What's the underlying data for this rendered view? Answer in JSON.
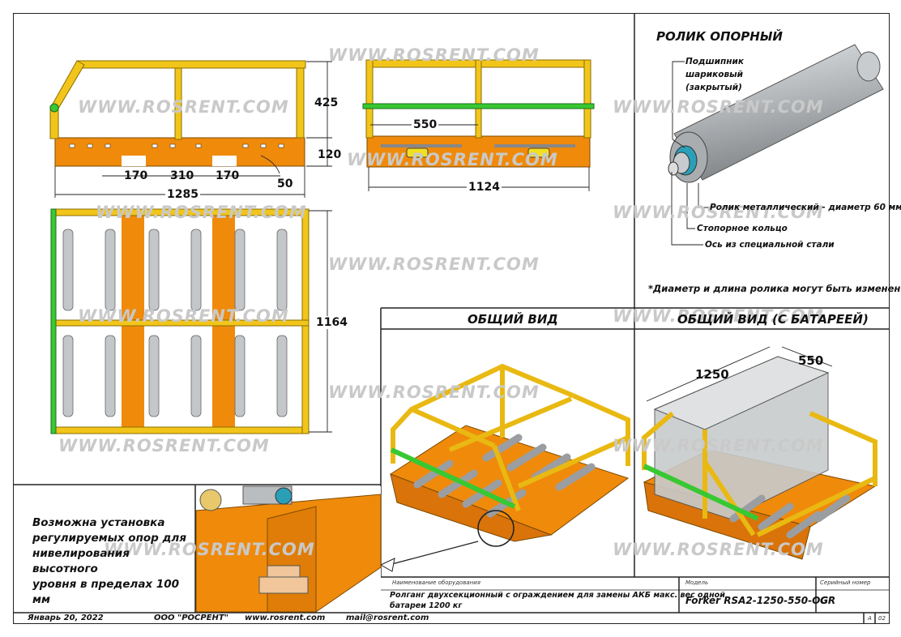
{
  "watermark": "WWW.ROSRENT.COM",
  "dimensions": {
    "side_height_top": "425",
    "side_height_bottom": "120",
    "side_seg1": "170",
    "side_seg2": "310",
    "side_seg3": "170",
    "side_offset": "50",
    "side_length": "1285",
    "front_inner": "550",
    "front_width": "1124",
    "plan_length": "1164"
  },
  "roller": {
    "title": "РОЛИК ОПОРНЫЙ",
    "bearing_label_1": "Подшипник",
    "bearing_label_2": "шариковый",
    "bearing_label_3": "(закрытый)",
    "roller_label": "Ролик металлический - диаметр 60 мм",
    "ring_label": "Стопорное кольцо",
    "axis_label": "Ось из специальной стали",
    "footnote": "*Диаметр и длина ролика могут быть изменены"
  },
  "views": {
    "general": "ОБЩИЙ ВИД",
    "general_battery": "ОБЩИЙ ВИД (С БАТАРЕЕЙ)",
    "battery_length": "1250",
    "battery_width": "550"
  },
  "note": {
    "line1": "Возможна установка",
    "line2": "регулируемых опор для",
    "line3": "нивелирования высотного",
    "line4": "уровня в пределах 100 мм"
  },
  "title_block": {
    "equipment_caption": "Наименование оборудования",
    "equipment_line1": "Ролганг двухсекционный с ограждением  для замены АКБ макс. вес одной",
    "equipment_line2": "батареи 1200 кг",
    "model_caption": "Модель",
    "model": "Forker RSA2-1250-550-OG",
    "serial_caption": "Серийный номер",
    "serial": "GR",
    "sheet_a": "A",
    "sheet_no": "02"
  },
  "footer": {
    "date": "Январь 20, 2022",
    "company": "ООО \"РОСРЕНТ\"",
    "website": "www.rosrent.com",
    "email": "mail@rosrent.com"
  },
  "colors": {
    "frame_yellow": "#f2c51a",
    "base_orange": "#f08a0b",
    "rail_green": "#38c832",
    "roller_grey": "#b9bdc0",
    "watermark": "#c9c9c9"
  }
}
